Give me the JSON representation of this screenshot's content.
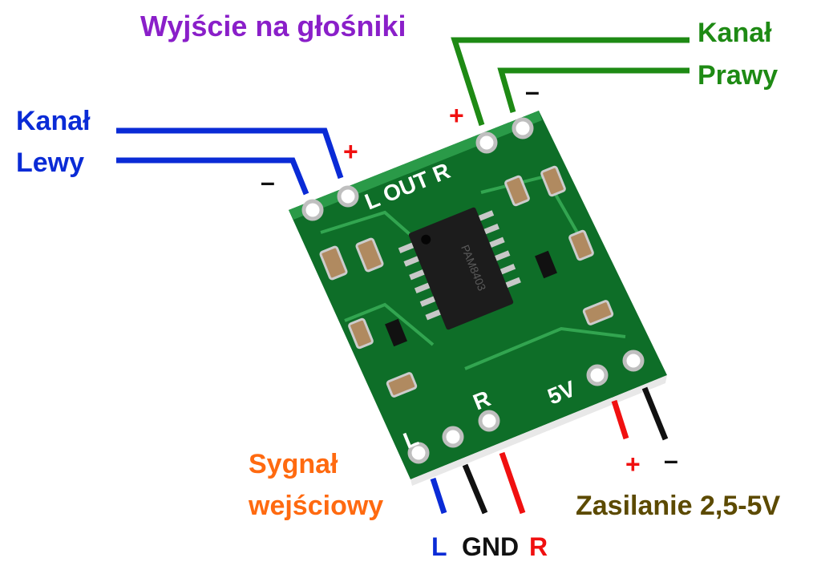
{
  "title": "Wyjście na głośniki",
  "right_channel": {
    "line1": "Kanał",
    "line2": "Prawy",
    "plus": "+",
    "minus": "–"
  },
  "left_channel": {
    "line1": "Kanał",
    "line2": "Lewy",
    "plus": "+",
    "minus": "–"
  },
  "input": {
    "line1": "Sygnał",
    "line2": "wejściowy",
    "pins": {
      "left": "L",
      "gnd": "GND",
      "right": "R"
    }
  },
  "power": {
    "label": "Zasilanie 2,5-5V",
    "plus": "+",
    "minus": "–"
  },
  "board": {
    "chip": "PAM8403",
    "silk_out": "L OUT R",
    "silk_5v": "5V",
    "silk_r": "R",
    "silk_l": "L"
  },
  "colors": {
    "purple": "#8a1fc9",
    "green": "#1e8a14",
    "blue": "#0a2bd6",
    "red": "#f01010",
    "orange": "#ff6a10",
    "olive": "#5c4a00",
    "board": "#0f7a2c"
  }
}
